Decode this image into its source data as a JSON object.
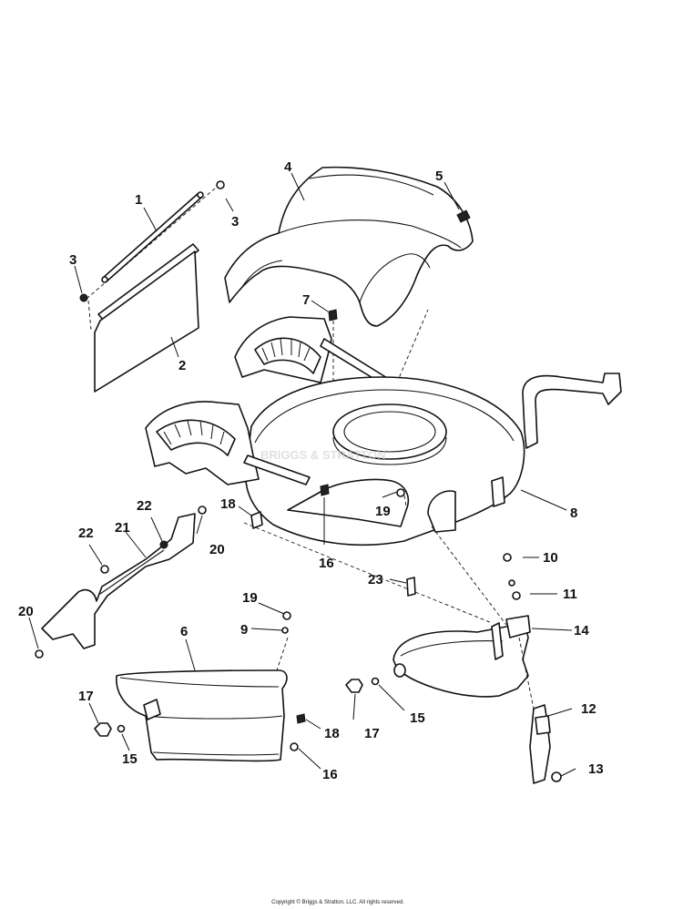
{
  "diagram": {
    "type": "exploded parts diagram",
    "watermark": "BRIGGS & STRATTON",
    "callouts": [
      {
        "id": "1",
        "label": "1"
      },
      {
        "id": "2",
        "label": "2"
      },
      {
        "id": "3a",
        "label": "3"
      },
      {
        "id": "3b",
        "label": "3"
      },
      {
        "id": "4",
        "label": "4"
      },
      {
        "id": "5",
        "label": "5"
      },
      {
        "id": "6",
        "label": "6"
      },
      {
        "id": "7",
        "label": "7"
      },
      {
        "id": "8",
        "label": "8"
      },
      {
        "id": "9",
        "label": "9"
      },
      {
        "id": "10",
        "label": "10"
      },
      {
        "id": "11",
        "label": "11"
      },
      {
        "id": "12",
        "label": "12"
      },
      {
        "id": "13",
        "label": "13"
      },
      {
        "id": "14",
        "label": "14"
      },
      {
        "id": "15a",
        "label": "15"
      },
      {
        "id": "15b",
        "label": "15"
      },
      {
        "id": "16a",
        "label": "16"
      },
      {
        "id": "16b",
        "label": "16"
      },
      {
        "id": "17a",
        "label": "17"
      },
      {
        "id": "17b",
        "label": "17"
      },
      {
        "id": "18a",
        "label": "18"
      },
      {
        "id": "18b",
        "label": "18"
      },
      {
        "id": "19a",
        "label": "19"
      },
      {
        "id": "19b",
        "label": "19"
      },
      {
        "id": "20a",
        "label": "20"
      },
      {
        "id": "20b",
        "label": "20"
      },
      {
        "id": "21",
        "label": "21"
      },
      {
        "id": "22a",
        "label": "22"
      },
      {
        "id": "22b",
        "label": "22"
      },
      {
        "id": "23",
        "label": "23"
      }
    ]
  },
  "footer": {
    "copyright": "Copyright © Briggs & Stratton, LLC. All rights reserved."
  }
}
